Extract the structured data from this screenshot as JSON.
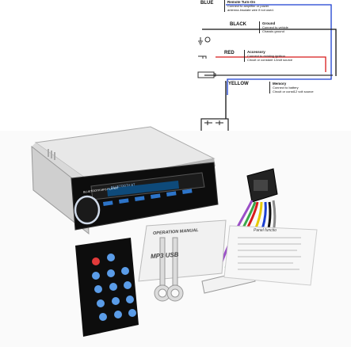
{
  "wiring": [
    {
      "color_name": "BLUE",
      "hex": "#1b3fd0",
      "title": "Remote Turn-On",
      "desc": [
        "Connect to amplifier or power",
        "antenna.Insulate wire if not used."
      ]
    },
    {
      "color_name": "BLACK",
      "hex": "#111111",
      "title": "Ground",
      "desc": [
        "Connect to vehicle",
        "Chassis ground"
      ]
    },
    {
      "color_name": "RED",
      "hex": "#d81b1b",
      "title": "Accessory",
      "desc": [
        "Connect to existing ignition",
        "Circuit or constant 12volt source"
      ]
    },
    {
      "color_name": "YELLOW",
      "hex": "#e6c800",
      "title": "Memory",
      "desc": [
        "Connect to battery",
        "Circuit or const12 volt source"
      ]
    }
  ],
  "icons": [
    "ground-symbol-icon",
    "key-icon",
    "battery-icon"
  ],
  "manual": {
    "title": "OPERATION MANUAL",
    "subtitle": "MP3 USB",
    "sheet_title": "Panel functio"
  },
  "unit": {
    "display": "BLUETOOTH BT",
    "brand_strip": "BLUETOOTH MP3 PLAYER"
  }
}
